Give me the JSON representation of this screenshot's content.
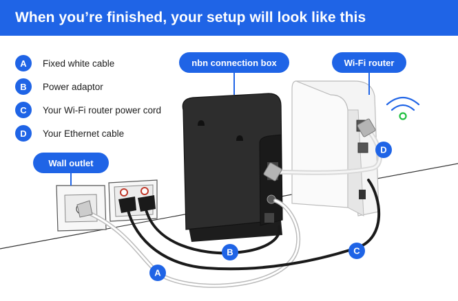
{
  "header": {
    "title": "When you’re finished, your setup will look like this"
  },
  "legend": [
    {
      "letter": "A",
      "label": "Fixed white cable"
    },
    {
      "letter": "B",
      "label": "Power adaptor"
    },
    {
      "letter": "C",
      "label": "Your Wi-Fi router power cord"
    },
    {
      "letter": "D",
      "label": "Your Ethernet cable"
    }
  ],
  "callouts": {
    "nbn_box": "nbn connection box",
    "router": "Wi-Fi router",
    "wall": "Wall outlet"
  },
  "markers": {
    "a": "A",
    "b": "B",
    "c": "C",
    "d": "D"
  },
  "colors": {
    "accent": "#1f64e6",
    "box": "#2b2b2b",
    "router": "#f2f2f2",
    "wifi_led": "#1fbf3f"
  }
}
